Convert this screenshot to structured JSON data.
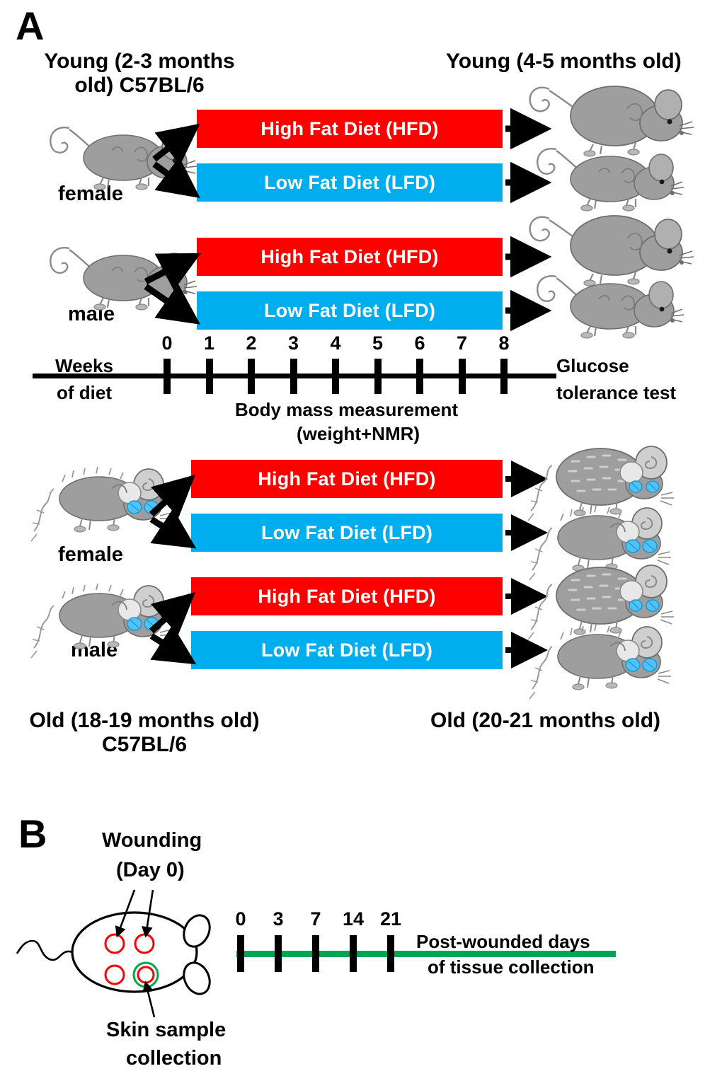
{
  "figure": {
    "panels": [
      {
        "letter": "A"
      },
      {
        "letter": "B"
      }
    ]
  },
  "panel_a": {
    "letter": "A",
    "young_left_label": "Young (2-3 months\nold) C57BL/6",
    "young_right_label": "Young (4-5 months old)",
    "old_left_label": "Old (18-19 months old)\nC57BL/6",
    "old_right_label": "Old (20-21 months old)",
    "groups": [
      {
        "sex": "female",
        "age": "young",
        "diets": [
          "High Fat Diet (HFD)",
          "Low Fat Diet (LFD)"
        ]
      },
      {
        "sex": "male",
        "age": "young",
        "diets": [
          "High Fat Diet (HFD)",
          "Low Fat Diet (LFD)"
        ]
      },
      {
        "sex": "female",
        "age": "old",
        "diets": [
          "High Fat Diet (HFD)",
          "Low Fat Diet (LFD)"
        ]
      },
      {
        "sex": "male",
        "age": "old",
        "diets": [
          "High Fat Diet (HFD)",
          "Low Fat Diet (LFD)"
        ]
      }
    ],
    "sex_labels": {
      "female": "female",
      "male": "male"
    },
    "diet_labels": {
      "hfd": "High Fat Diet (HFD)",
      "lfd": "Low Fat Diet (LFD)"
    },
    "timeline": {
      "axis_title": "Weeks\nof diet",
      "axis_title_line1": "Weeks",
      "axis_title_line2": "of diet",
      "ticks": [
        0,
        1,
        2,
        3,
        4,
        5,
        6,
        7,
        8
      ],
      "unit": "weeks",
      "end_label_line1": "Glucose",
      "end_label_line2": "tolerance test",
      "below_label_line1": "Body mass measurement",
      "below_label_line2": "(weight+NMR)"
    }
  },
  "panel_b": {
    "letter": "B",
    "wounding_label_line1": "Wounding",
    "wounding_label_line2": "(Day 0)",
    "collection_label_line1": "Skin sample",
    "collection_label_line2": "collection",
    "timeline": {
      "ticks": [
        0,
        3,
        7,
        14,
        21
      ],
      "unit": "days",
      "end_label_line1": "Post-wounded days",
      "end_label_line2": "of tissue collection"
    },
    "wounds": [
      {
        "id": "wound-top-left",
        "ring": "#FF0000",
        "outer_ring": null
      },
      {
        "id": "wound-top-right",
        "ring": "#FF0000",
        "outer_ring": null
      },
      {
        "id": "wound-bottom-left",
        "ring": "#FF0000",
        "outer_ring": null
      },
      {
        "id": "wound-bottom-right",
        "ring": "#FF0000",
        "outer_ring": "#00A651"
      }
    ]
  },
  "colors": {
    "hfd": "#FF0000",
    "lfd": "#00AEEF",
    "timeline_b": "#00A651",
    "wound_red": "#FF0000",
    "wound_green": "#00A651",
    "mouse_body": "#9E9E9E",
    "mouse_eye": "#4FC3F7",
    "text": "#000000",
    "background": "#FFFFFF"
  },
  "chart_data": {
    "type": "table",
    "title": "Experimental design schematic",
    "panel_a_timeline": {
      "label": "Weeks of diet",
      "ticks": [
        0,
        1,
        2,
        3,
        4,
        5,
        6,
        7,
        8
      ],
      "events": [
        "Body mass measurement (weight+NMR)",
        "Glucose tolerance test"
      ]
    },
    "panel_b_timeline": {
      "label": "Post-wounded days of tissue collection",
      "ticks": [
        0,
        3,
        7,
        14,
        21
      ],
      "events": [
        "Wounding (Day 0)",
        "Skin sample collection"
      ]
    }
  }
}
